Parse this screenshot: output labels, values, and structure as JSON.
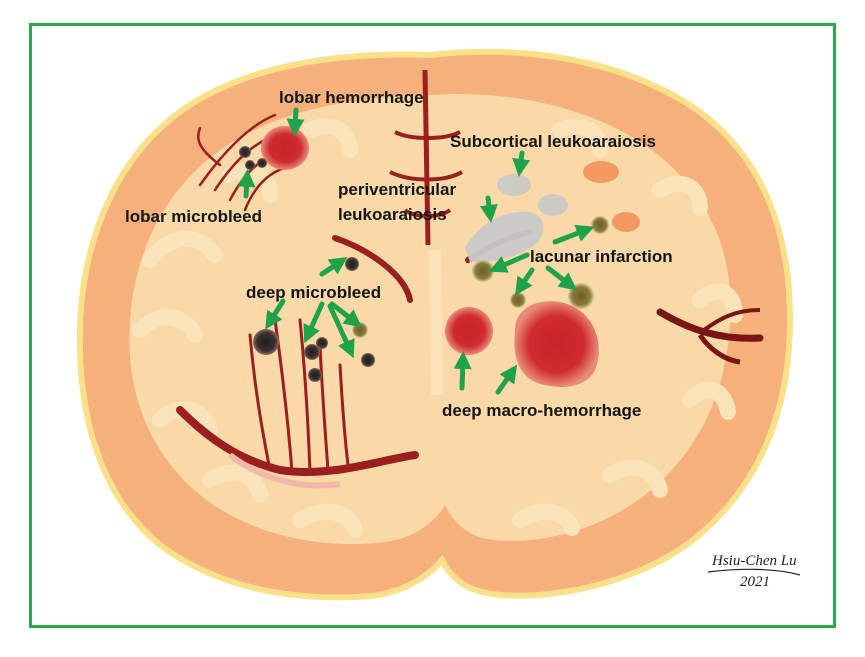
{
  "labels": {
    "lobar_hemorrhage": "lobar hemorrhage",
    "lobar_microbleed": "lobar microbleed",
    "subcortical_leukoaraiosis": "Subcortical leukoaraiosis",
    "periventricular_line1": "periventricular",
    "periventricular_line2": "leukoaraiosis",
    "lacunar_infarction": "lacunar infarction",
    "deep_microbleed": "deep microbleed",
    "deep_macro_hemorrhage": "deep macro-hemorrhage"
  },
  "signature": {
    "name": "Hsiu-Chen Lu",
    "year": "2021"
  },
  "colors": {
    "frame": "#2aa84a",
    "arrow": "#1fa24a",
    "cortex": "#f5b07c",
    "white_matter": "#f9d9a7",
    "vessel": "#9c1f1f",
    "hemorrhage": "#c8232c",
    "microbleed": "#2b2626",
    "lacune": "#7b6a2e",
    "leukoaraiosis": "#c9c9c9"
  }
}
